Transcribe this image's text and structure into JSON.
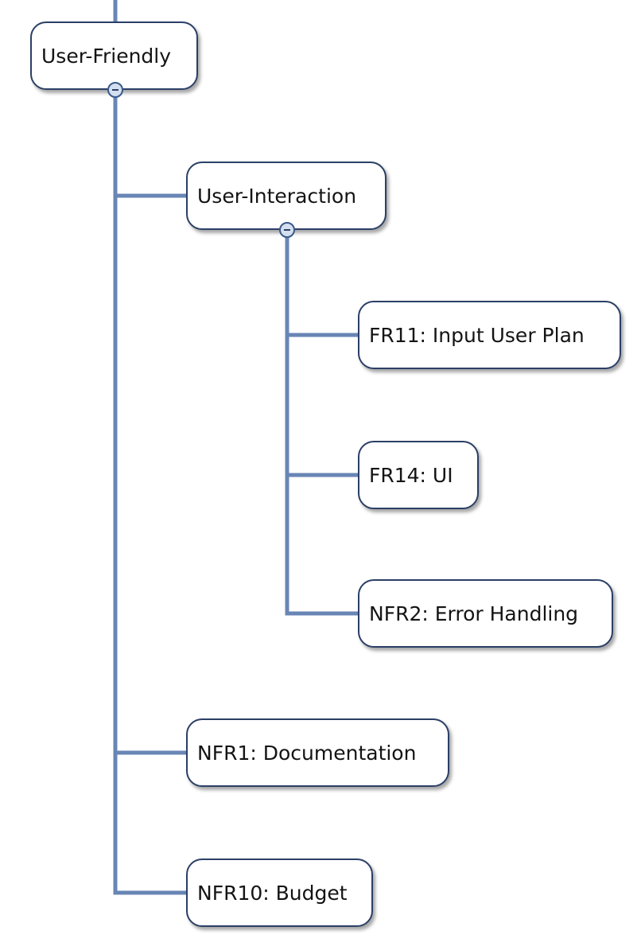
{
  "diagram": {
    "line_color": "#6886b5",
    "nodes": {
      "user_friendly": "User-Friendly",
      "user_interaction": "User-Interaction",
      "fr11": "FR11: Input User Plan",
      "fr14": "FR14: UI",
      "nfr2": "NFR2: Error Handling",
      "nfr1": "NFR1: Documentation",
      "nfr10": "NFR10: Budget"
    },
    "collapse_icons": [
      "collapse-icon",
      "collapse-icon"
    ]
  }
}
